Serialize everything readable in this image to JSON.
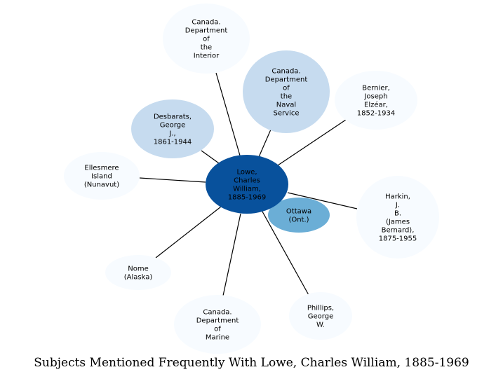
{
  "caption": "Subjects Mentioned Frequently With Lowe, Charles William, 1885-1969",
  "colors": {
    "center": "#08519c",
    "ottawa": "#6baed6",
    "light_blue": "#c6dbef",
    "pale": "#f7fbff",
    "edge": "#000000",
    "dark_text": "#000000"
  },
  "center": {
    "id": "lowe",
    "lines": [
      "Lowe,",
      "Charles",
      "William,",
      "1885-1969"
    ]
  },
  "nodes": [
    {
      "id": "interior",
      "lines": [
        "Canada.",
        "Department",
        "of",
        "the",
        "Interior"
      ]
    },
    {
      "id": "naval",
      "lines": [
        "Canada.",
        "Department",
        "of",
        "the",
        "Naval",
        "Service"
      ]
    },
    {
      "id": "bernier",
      "lines": [
        "Bernier,",
        "Joseph",
        "Elzéar,",
        "1852-1934"
      ]
    },
    {
      "id": "desbarats",
      "lines": [
        "Desbarats,",
        "George",
        "J.,",
        "1861-1944"
      ]
    },
    {
      "id": "ellesmere",
      "lines": [
        "Ellesmere",
        "Island",
        "(Nunavut)"
      ]
    },
    {
      "id": "harkin",
      "lines": [
        "Harkin,",
        "J.",
        "B.",
        "(James",
        "Bernard),",
        "1875-1955"
      ]
    },
    {
      "id": "ottawa",
      "lines": [
        "Ottawa",
        "(Ont.)"
      ]
    },
    {
      "id": "nome",
      "lines": [
        "Nome",
        "(Alaska)"
      ]
    },
    {
      "id": "marine",
      "lines": [
        "Canada.",
        "Department",
        "of",
        "Marine"
      ]
    },
    {
      "id": "phillips",
      "lines": [
        "Phillips,",
        "George",
        "W."
      ]
    }
  ]
}
